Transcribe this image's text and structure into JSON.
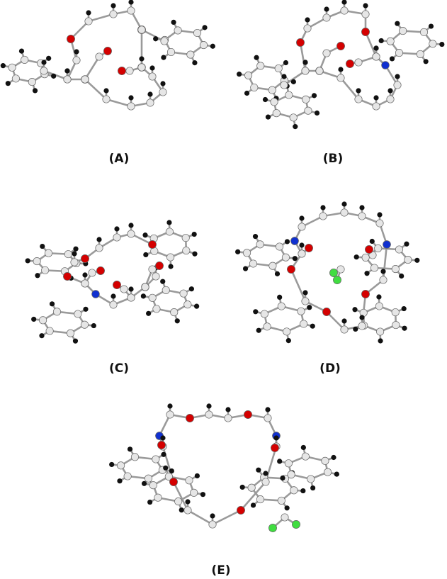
{
  "figure": {
    "panels": [
      {
        "id": "A",
        "label": "(A)"
      },
      {
        "id": "B",
        "label": "(B)"
      },
      {
        "id": "C",
        "label": "(C)"
      },
      {
        "id": "D",
        "label": "(D)"
      },
      {
        "id": "E",
        "label": "(E)"
      }
    ],
    "atom_colors": {
      "carbon": "#e6e6e6",
      "hydrogen": "#111111",
      "oxygen": "#d40000",
      "nitrogen": "#1030d0",
      "chlorine": "#40dd40",
      "bond": "#9a9a9a"
    }
  }
}
